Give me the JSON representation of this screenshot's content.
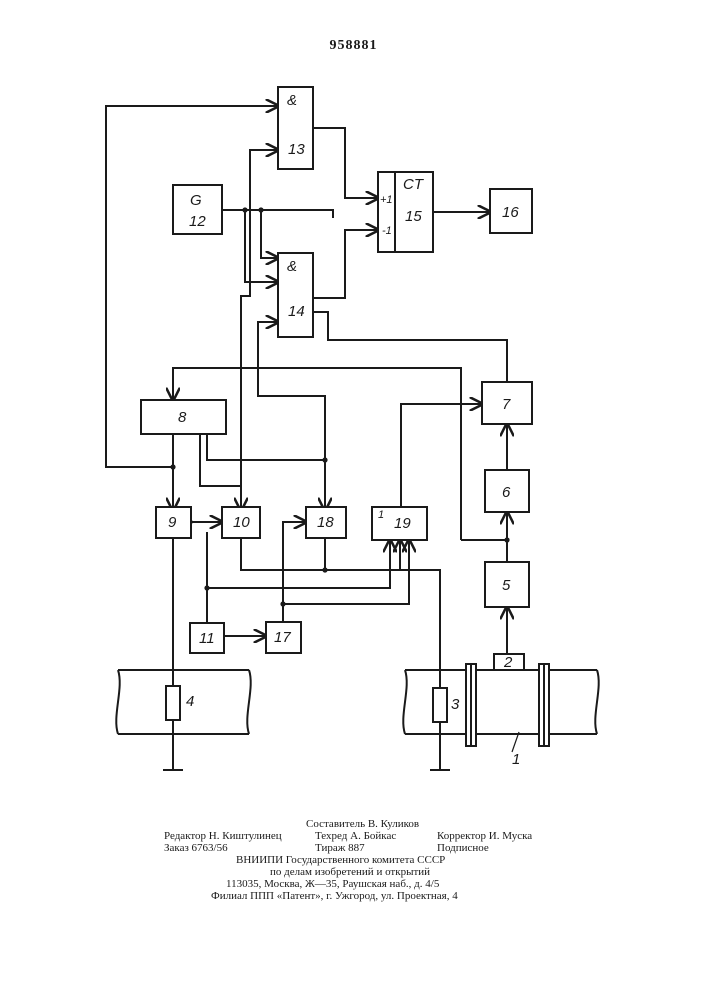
{
  "patent_number": "958881",
  "blocks": {
    "b13_sym": "&",
    "b13": "13",
    "b14_sym": "&",
    "b14": "14",
    "b12_sym": "G",
    "b12": "12",
    "b15_sym": "CT",
    "b15": "15",
    "b15_in1": "+1",
    "b15_in2": "-1",
    "b16": "16",
    "b7": "7",
    "b8": "8",
    "b6": "6",
    "b5": "5",
    "b9": "9",
    "b10": "10",
    "b18": "18",
    "b19_sym": "1",
    "b19": "19",
    "b11": "11",
    "b17": "17",
    "b2": "2",
    "b4": "4",
    "b3": "3",
    "b1": "1"
  },
  "footer": {
    "compiler": "Составитель В. Куликов",
    "editor": "Редактор Н. Киштулинец",
    "techred": "Техред А. Бойкас",
    "corrector": "Корректор И. Муска",
    "order": "Заказ 6763/56",
    "circulation": "Тираж 887",
    "subscription": "Подписное",
    "org1": "ВНИИПИ Государственного комитета СССР",
    "org2": "по делам изобретений и открытий",
    "address": "113035, Москва, Ж—35, Раушская наб., д. 4/5",
    "branch": "Филиал ППП «Патент», г. Ужгород, ул. Проектная, 4"
  }
}
